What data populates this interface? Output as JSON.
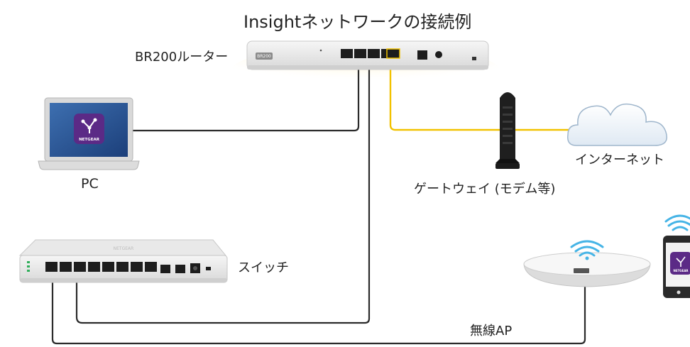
{
  "title": "Insightネットワークの接続例",
  "devices": {
    "router": {
      "label": "BR200ルーター",
      "badge": "BR200"
    },
    "pc": {
      "label": "PC",
      "app_name": "NETGEAR"
    },
    "gateway": {
      "label": "ゲートウェイ (モデム等)"
    },
    "internet": {
      "label": "インターネット"
    },
    "switch": {
      "label": "スイッチ",
      "brand": "NETGEAR"
    },
    "ap": {
      "label": "無線AP"
    },
    "phone": {
      "app_name": "NETGEAR"
    }
  },
  "colors": {
    "cable": "#2b2b2b",
    "wan_cable": "#f2c200",
    "glow": "#ffe27a",
    "wifi": "#46b4e6",
    "app_icon": "#5b2a86",
    "device_body": "#ececec"
  }
}
